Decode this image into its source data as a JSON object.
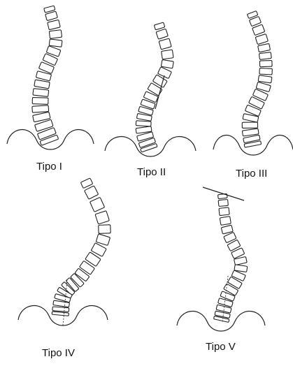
{
  "figure": {
    "panels": [
      {
        "id": "tipo-i",
        "label": "Tipo I"
      },
      {
        "id": "tipo-ii",
        "label": "Tipo II"
      },
      {
        "id": "tipo-iii",
        "label": "Tipo III"
      },
      {
        "id": "tipo-iv",
        "label": "Tipo IV"
      },
      {
        "id": "tipo-v",
        "label": "Tipo V"
      }
    ]
  }
}
